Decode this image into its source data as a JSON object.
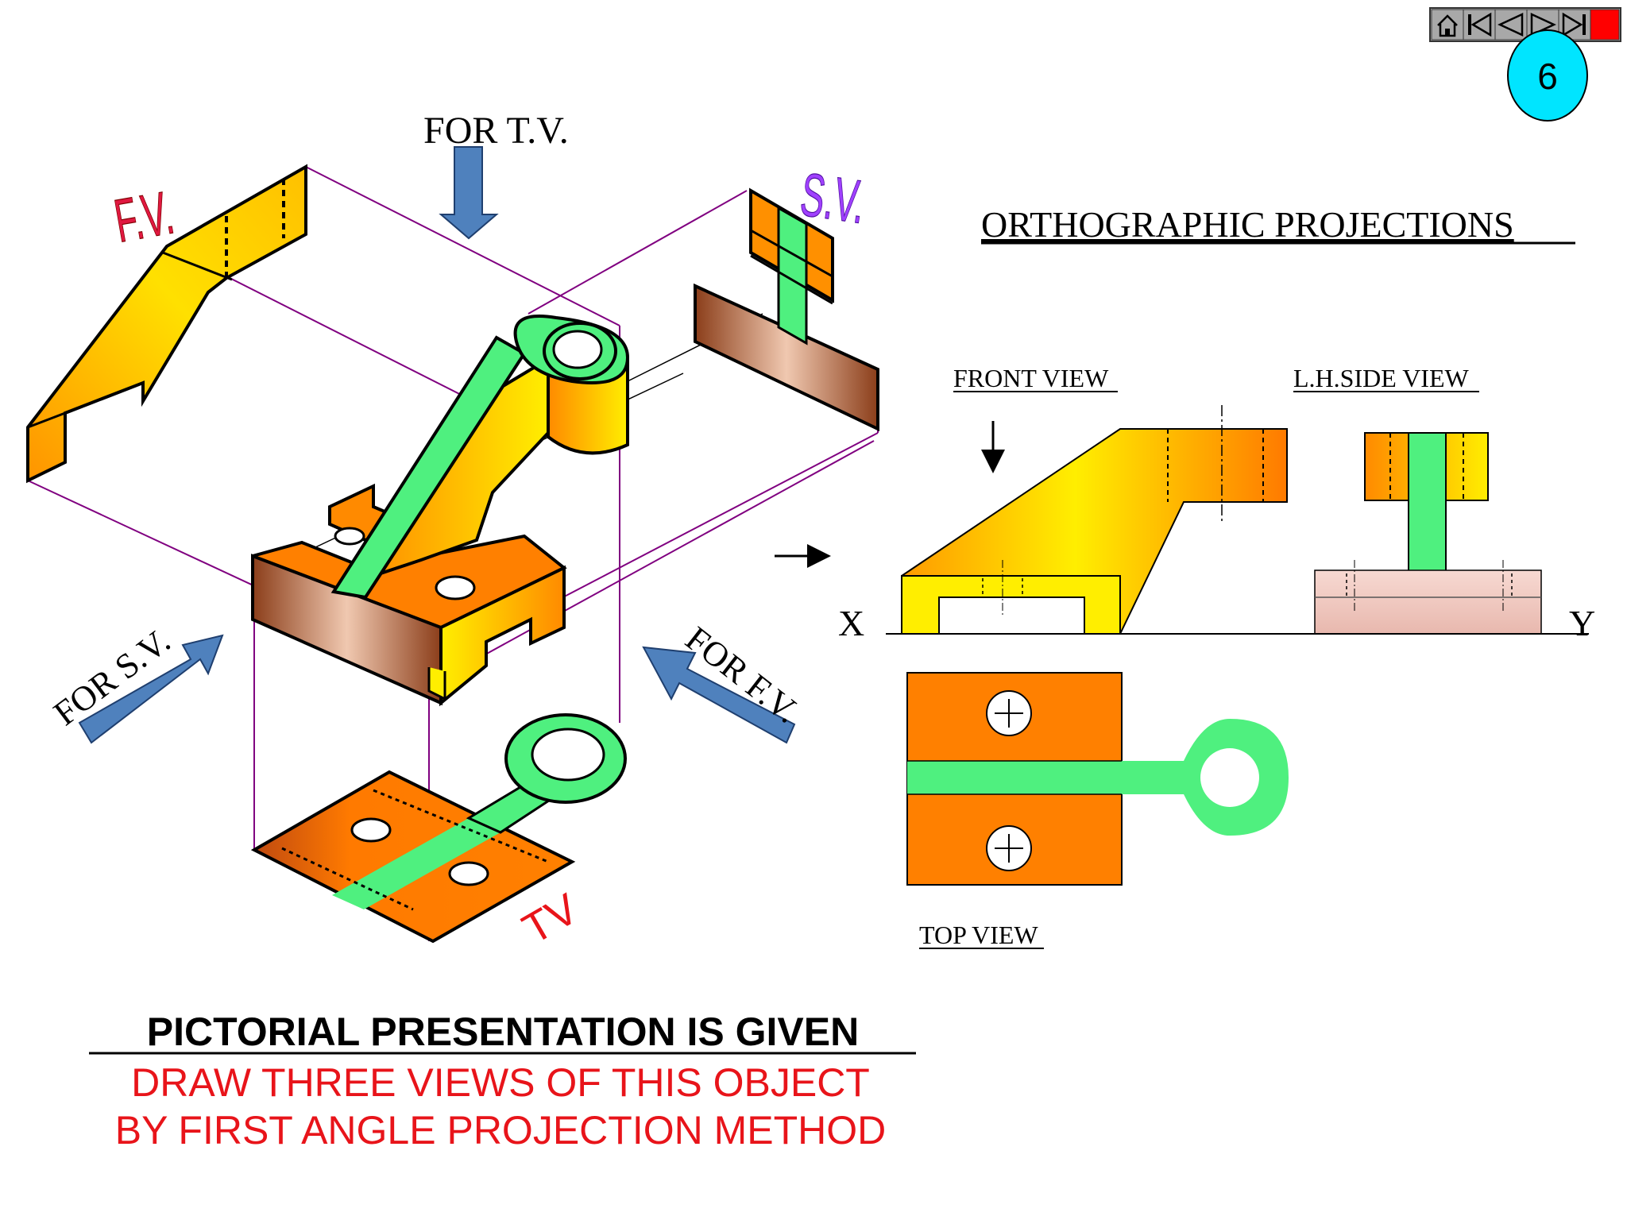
{
  "slide_number": "6",
  "nav": {
    "buttons": [
      "home-icon",
      "first-slide-icon",
      "previous-slide-icon",
      "next-slide-icon",
      "last-slide-icon",
      "end-icon"
    ]
  },
  "colors": {
    "orange": "#ff8000",
    "yellow": "#ffee00",
    "green": "#4ff07f",
    "brown": "#a0522d",
    "arrow_blue": "#4f81bd",
    "purple_line": "#800080",
    "red_text": "#e8141a",
    "badge": "#00e5ff",
    "pink_base": "#eec8c0"
  },
  "pictorial": {
    "fv_label": "F.V.",
    "sv_label": "S.V.",
    "tv_label": "TV",
    "for_tv": "FOR T.V.",
    "for_sv": "FOR S.V.",
    "for_fv": "FOR F.V."
  },
  "ortho": {
    "title": "ORTHOGRAPHIC PROJECTIONS",
    "front_view": "FRONT VIEW",
    "side_view": "L.H.SIDE VIEW",
    "top_view": "TOP VIEW",
    "x_label": "X",
    "y_label": "Y"
  },
  "caption": {
    "heading": "PICTORIAL PRESENTATION IS GIVEN",
    "line1": "DRAW THREE VIEWS OF THIS OBJECT",
    "line2": "BY FIRST ANGLE PROJECTION METHOD"
  }
}
